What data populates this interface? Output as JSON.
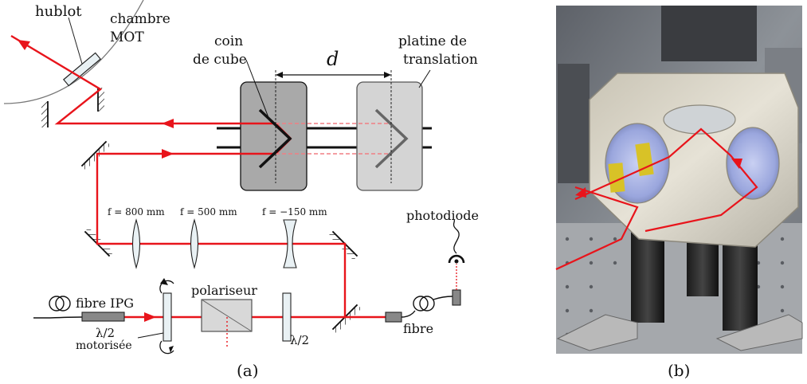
{
  "panel_a": {
    "labels": {
      "hublot": "hublot",
      "chambre_line1": "chambre",
      "chambre_line2": "MOT",
      "coin_line1": "coin",
      "coin_line2": "de cube",
      "platine_line1": "platine de",
      "platine_line2": "translation",
      "distance": "d",
      "lens1": "f = 800 mm",
      "lens2": "f = 500 mm",
      "lens3": "f = −150 mm",
      "photodiode": "photodiode",
      "fibre_ipg": "fibre IPG",
      "lambda2_motor": "λ/2",
      "motorisee": "motorisée",
      "polariseur": "polariseur",
      "lambda2": "λ/2",
      "fibre": "fibre"
    },
    "caption": "(a)"
  },
  "panel_b": {
    "caption": "(b)"
  },
  "colors": {
    "beam": "#e8141b",
    "beam_dashed": "#f07f84",
    "dark_box": "#a9a9a9",
    "light_box": "#d4d4d4",
    "lens_fill": "#e9f1f4",
    "grey_part": "#888888"
  }
}
